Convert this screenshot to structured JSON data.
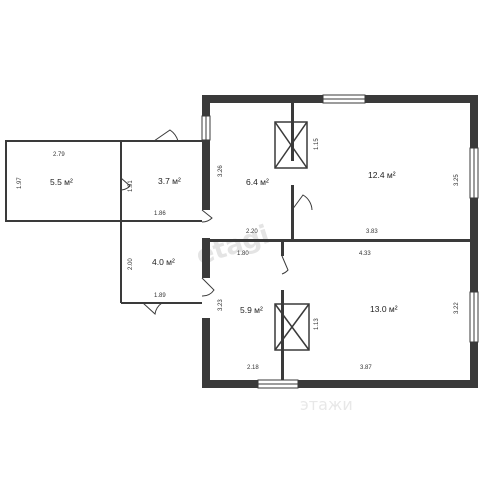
{
  "rooms": [
    {
      "id": "r1",
      "area": "5.5 м²"
    },
    {
      "id": "r2",
      "area": "3.7 м²"
    },
    {
      "id": "r3",
      "area": "4.0 м²"
    },
    {
      "id": "r4",
      "area": "6.4 м²"
    },
    {
      "id": "r5",
      "area": "12.4 м²"
    },
    {
      "id": "r6",
      "area": "5.9 м²"
    },
    {
      "id": "r7",
      "area": "13.0 м²"
    }
  ],
  "dimensions": {
    "d279": "2.79",
    "d197": "1.97",
    "d191": "1.91",
    "d186": "1.86",
    "d200": "2.00",
    "d189": "1.89",
    "d326": "3.26",
    "d220": "2.20",
    "d115": "1.15",
    "d325": "3.25",
    "d383": "3.83",
    "d180": "1.80",
    "d433": "4.33",
    "d323": "3.23",
    "d113": "1.13",
    "d218": "2.18",
    "d387": "3.87",
    "d322": "3.22"
  },
  "watermark": {
    "main": "etagi",
    "secondary": "этажи"
  }
}
